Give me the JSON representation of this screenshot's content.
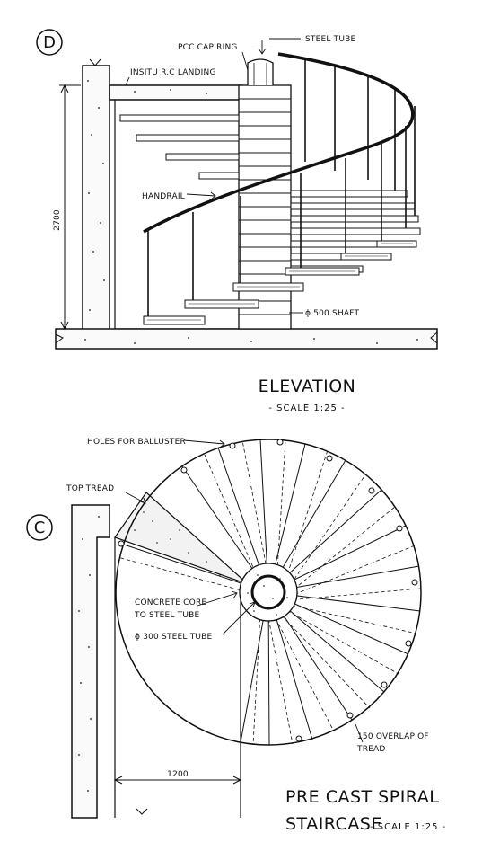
{
  "elevation": {
    "marker": "D",
    "labels": {
      "pcc_cap_ring": "PCC CAP RING",
      "steel_tube": "STEEL TUBE",
      "insitu_landing": "INSITU R.C LANDING",
      "handrail": "HANDRAIL",
      "shaft": "ϕ 500 SHAFT",
      "height_dim": "2700"
    },
    "title": "ELEVATION",
    "scale": "- SCALE 1:25 -"
  },
  "plan": {
    "marker": "C",
    "labels": {
      "holes_for_ballusters": "HOLES FOR BALLUSTER",
      "top_tread": "TOP TREAD",
      "concrete_core_1": "CONCRETE CORE",
      "concrete_core_2": "TO STEEL TUBE",
      "steel_tube": "ϕ 300 STEEL TUBE",
      "overlap_1": "150 OVERLAP OF",
      "overlap_2": "TREAD",
      "width_dim": "1200"
    }
  },
  "sheet_title": {
    "line1": "PRE CAST SPIRAL",
    "line2": "STAIRCASE",
    "scale": "- SCALE 1:25 -"
  }
}
